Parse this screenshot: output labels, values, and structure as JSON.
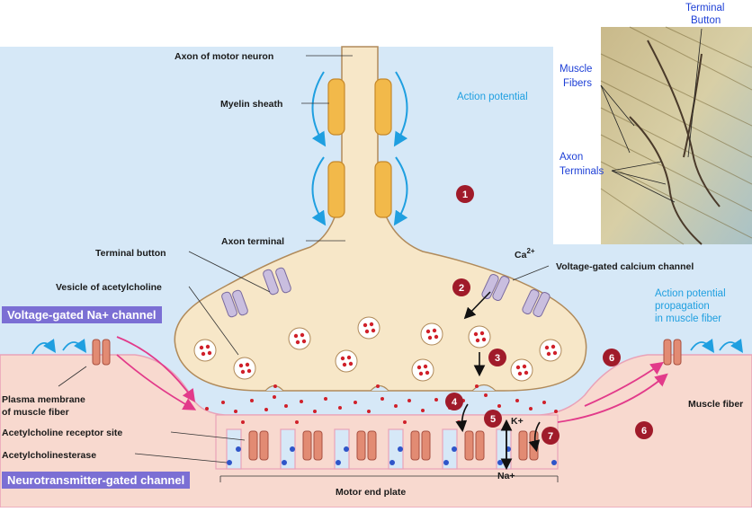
{
  "labels": {
    "axon_motor_neuron": "Axon of motor neuron",
    "myelin_sheath": "Myelin sheath",
    "action_potential": "Action potential",
    "axon_terminal": "Axon terminal",
    "terminal_button": "Terminal button",
    "vesicle_ach": "Vesicle of acetylcholine",
    "ca_label": "Ca",
    "ca_sup": "2+",
    "voltage_gated_calcium": "Voltage-gated calcium channel",
    "ap_propagation_1": "Action potential",
    "ap_propagation_2": "propagation",
    "ap_propagation_3": "in muscle fiber",
    "plasma_membrane_1": "Plasma membrane",
    "plasma_membrane_2": "of muscle fiber",
    "ach_receptor_site": "Acetylcholine receptor site",
    "acetylcholinesterase": "Acetylcholinesterase",
    "motor_end_plate": "Motor end plate",
    "muscle_fiber": "Muscle fiber",
    "k_plus": "K+",
    "na_plus": "Na+"
  },
  "boxes": {
    "voltage_gated_na": "Voltage-gated Na+ channel",
    "neurotransmitter_gated": "Neurotransmitter-gated channel"
  },
  "steps": [
    "1",
    "2",
    "3",
    "4",
    "5",
    "6",
    "6",
    "7"
  ],
  "photo": {
    "terminal_1": "Terminal",
    "terminal_2": "Button",
    "muscle_1": "Muscle",
    "muscle_2": "Fibers",
    "axon_1": "Axon",
    "axon_2": "Terminals"
  },
  "colors": {
    "neuron": "#f7e7c8",
    "myelin": "#f2b94a",
    "fluid": "#d6e8f7",
    "muscle": "#f8d9cf",
    "ach": "#d0202a",
    "badge": "#a01b2a",
    "box": "#7b6fd4",
    "blue_arrow": "#1f9fe0",
    "pink_arrow": "#e23a8a"
  }
}
